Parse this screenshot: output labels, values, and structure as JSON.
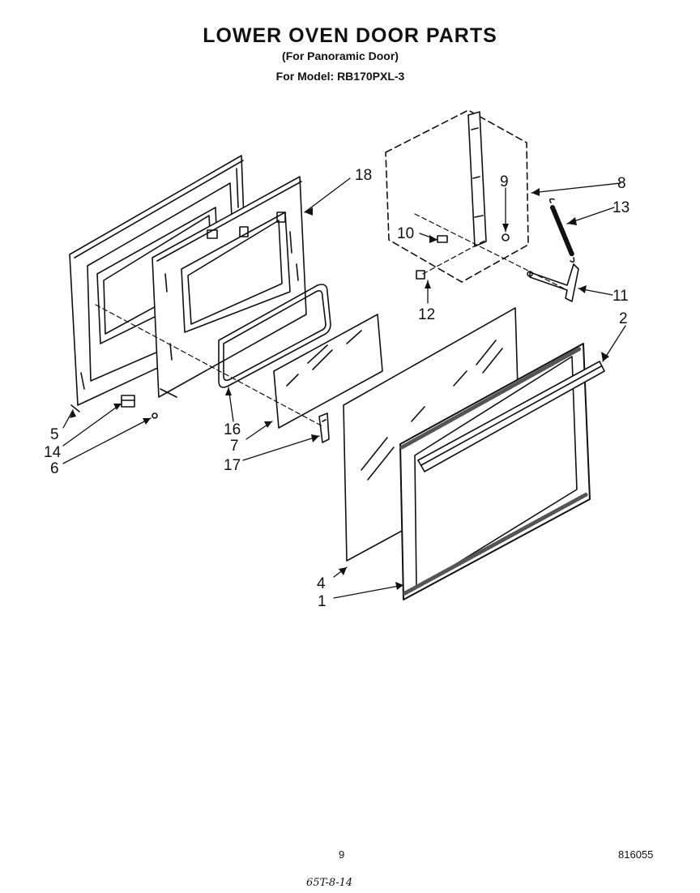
{
  "header": {
    "title": "LOWER OVEN DOOR PARTS",
    "subtitle": "(For Panoramic Door)",
    "model": "For Model: RB170PXL-3"
  },
  "callouts": [
    {
      "id": "c1",
      "label": "1"
    },
    {
      "id": "c2",
      "label": "2"
    },
    {
      "id": "c4",
      "label": "4"
    },
    {
      "id": "c5",
      "label": "5"
    },
    {
      "id": "c6",
      "label": "6"
    },
    {
      "id": "c7",
      "label": "7"
    },
    {
      "id": "c8",
      "label": "8"
    },
    {
      "id": "c9",
      "label": "9"
    },
    {
      "id": "c10",
      "label": "10"
    },
    {
      "id": "c11",
      "label": "11"
    },
    {
      "id": "c12",
      "label": "12"
    },
    {
      "id": "c13",
      "label": "13"
    },
    {
      "id": "c14",
      "label": "14"
    },
    {
      "id": "c16",
      "label": "16"
    },
    {
      "id": "c17",
      "label": "17"
    },
    {
      "id": "c18",
      "label": "18"
    }
  ],
  "footer": {
    "page_number": "9",
    "reference_number": "816055",
    "handwritten_note": "65T-8-14"
  }
}
